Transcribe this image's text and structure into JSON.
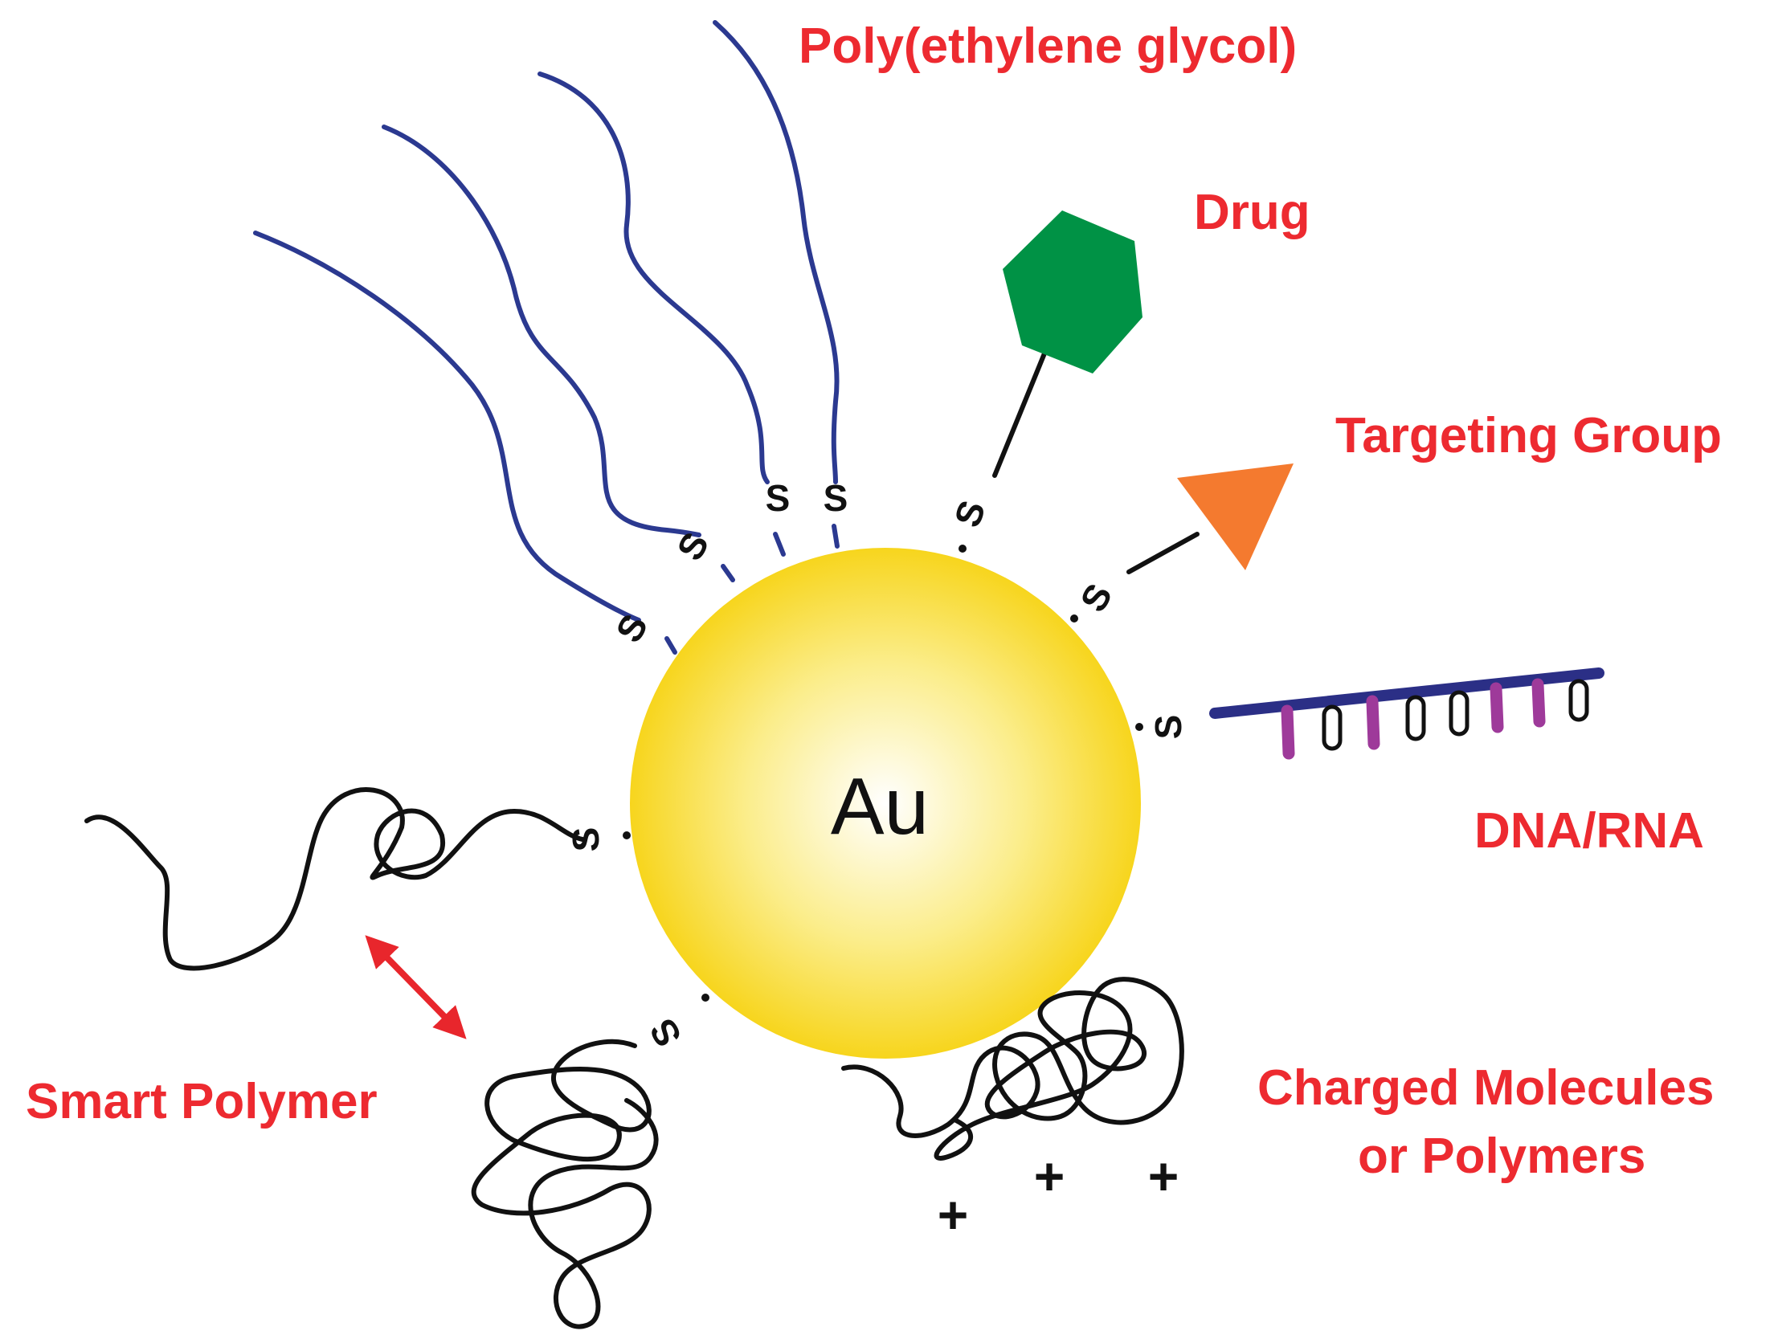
{
  "core": {
    "label": "Au"
  },
  "sulfur_label": "S",
  "labels": {
    "peg": "Poly(ethylene glycol)",
    "drug": "Drug",
    "targeting": "Targeting Group",
    "dna": "DNA/RNA",
    "smart": "Smart Polymer",
    "charged_line1": "Charged Molecules",
    "charged_line2": "or Polymers"
  },
  "charge_symbol": "+",
  "colors": {
    "label": "#ed2a30",
    "peg": "#2b3990",
    "drug": "#009245",
    "targeting": "#f47a2f",
    "dna_backbone": "#2b2f86",
    "dna_base": "#9e3a9a",
    "core_outer": "#f7d51d",
    "core_inner": "#ffffff",
    "arrow": "#e8262c"
  }
}
